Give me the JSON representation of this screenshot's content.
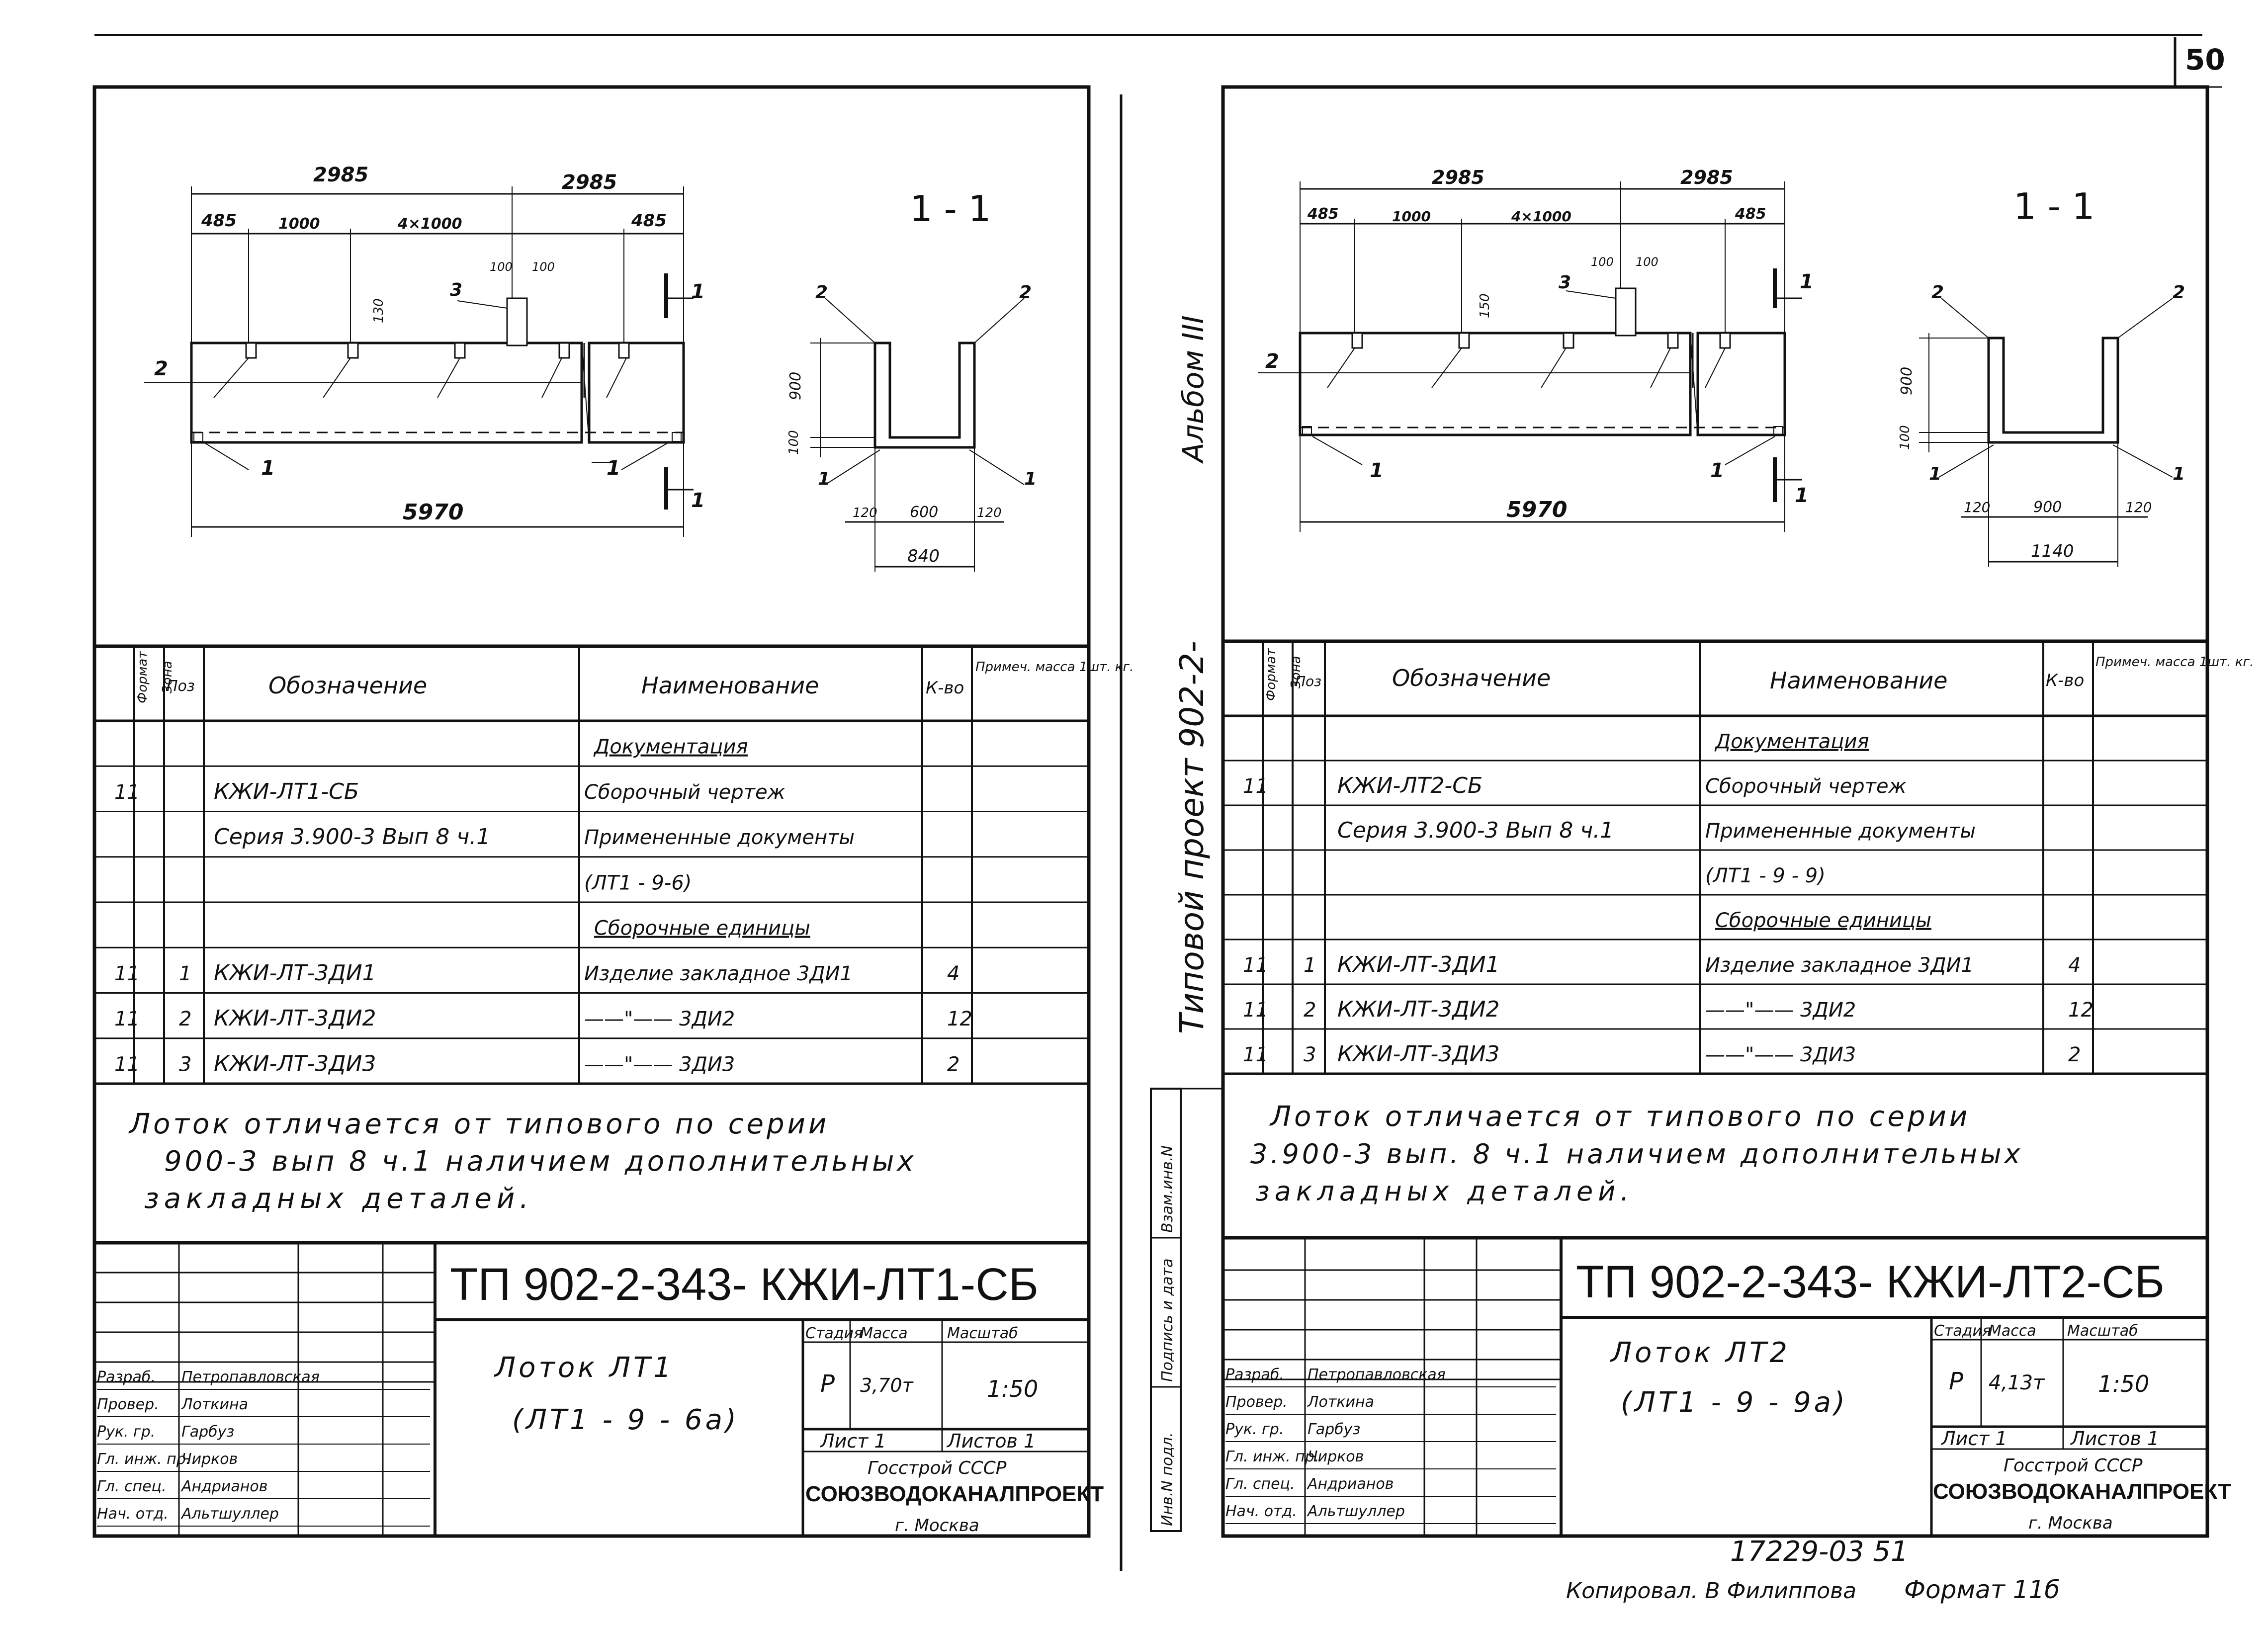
{
  "page_number": "50",
  "margin_vertical_title": "Типовой проект 902-2-",
  "margin_album": "Альбом III",
  "margin_stamp_labels": [
    "Инв.N подл.",
    "Подпись и дата",
    "Взам.инв.N"
  ],
  "spec_headers": {
    "format": "Формат",
    "zone": "Зона",
    "pos": "Поз",
    "designation": "Обозначение",
    "name": "Наименование",
    "qty": "К-во",
    "note": "Примеч. масса 1шт. кг."
  },
  "title_block_roles": [
    "Разраб.",
    "Провер.",
    "Рук. гр.",
    "Гл. инж. пр.",
    "Гл. спец.",
    "Нач. отд."
  ],
  "title_block_names": [
    "Петропавловская",
    "Лоткина",
    "Гарбуз",
    "Чирков",
    "Андрианов",
    "Альтшуллер"
  ],
  "title_block_headers": {
    "stage": "Стадия",
    "mass": "Масса",
    "scale": "Масштаб"
  },
  "organization": "Госстрой СССР",
  "institute": "СОЮЗВОДОКАНАЛПРОЕКТ",
  "city": "г. Москва",
  "sheet_label": "Лист 1",
  "sheets_label": "Листов 1",
  "sheets": [
    {
      "id": "left",
      "section_label": "1 - 1",
      "dim_top": [
        "2985",
        "2985"
      ],
      "dim_mid": [
        "485",
        "1000",
        "4×1000",
        "485"
      ],
      "dim_small": [
        "100",
        "100"
      ],
      "dim_vert": "130",
      "dim_total": "5970",
      "section_dims": [
        "900",
        "100"
      ],
      "section_bottom": [
        "120",
        "600",
        "120"
      ],
      "section_width": "840",
      "callouts": [
        "1",
        "2",
        "3"
      ],
      "rows": [
        {
          "format": "",
          "pos": "",
          "designation": "",
          "name": "Документация",
          "qty": ""
        },
        {
          "format": "11",
          "pos": "",
          "designation": "КЖИ-ЛТ1-СБ",
          "name": "Сборочный чертеж",
          "qty": ""
        },
        {
          "format": "",
          "pos": "",
          "designation": "Серия 3.900-3 Вып 8 ч.1",
          "name": "Примененные документы",
          "qty": ""
        },
        {
          "format": "",
          "pos": "",
          "designation": "",
          "name": "(ЛТ1 - 9-6)",
          "qty": ""
        },
        {
          "format": "",
          "pos": "",
          "designation": "",
          "name": "Сборочные единицы",
          "qty": ""
        },
        {
          "format": "11",
          "pos": "1",
          "designation": "КЖИ-ЛТ-3ДИ1",
          "name": "Изделие закладное 3ДИ1",
          "qty": "4"
        },
        {
          "format": "11",
          "pos": "2",
          "designation": "КЖИ-ЛТ-3ДИ2",
          "name": "——\"—— 3ДИ2",
          "qty": "12"
        },
        {
          "format": "11",
          "pos": "3",
          "designation": "КЖИ-ЛТ-3ДИ3",
          "name": "——\"—— 3ДИ3",
          "qty": "2"
        }
      ],
      "note_lines": [
        "Лоток отличается от типового по серии",
        "900-3 вып 8 ч.1 наличием дополнительных",
        "закладных деталей."
      ],
      "doc_code": "ТП 902-2-343- КЖИ-ЛТ1-СБ",
      "item_title": "Лоток ЛТ1",
      "item_subtitle": "(ЛТ1 - 9 - 6а)",
      "stage": "Р",
      "mass": "3,70т",
      "scale": "1:50"
    },
    {
      "id": "right",
      "section_label": "1 - 1",
      "dim_top": [
        "2985",
        "2985"
      ],
      "dim_mid": [
        "485",
        "1000",
        "4×1000",
        "485"
      ],
      "dim_small": [
        "100",
        "100"
      ],
      "dim_vert": "150",
      "dim_total": "5970",
      "section_dims": [
        "900",
        "100"
      ],
      "section_bottom": [
        "120",
        "900",
        "120"
      ],
      "section_width": "1140",
      "callouts": [
        "1",
        "2",
        "3"
      ],
      "rows": [
        {
          "format": "",
          "pos": "",
          "designation": "",
          "name": "Документация",
          "qty": ""
        },
        {
          "format": "11",
          "pos": "",
          "designation": "КЖИ-ЛТ2-СБ",
          "name": "Сборочный чертеж",
          "qty": ""
        },
        {
          "format": "",
          "pos": "",
          "designation": "Серия 3.900-3 Вып 8 ч.1",
          "name": "Примененные документы",
          "qty": ""
        },
        {
          "format": "",
          "pos": "",
          "designation": "",
          "name": "(ЛТ1 - 9 - 9)",
          "qty": ""
        },
        {
          "format": "",
          "pos": "",
          "designation": "",
          "name": "Сборочные единицы",
          "qty": ""
        },
        {
          "format": "11",
          "pos": "1",
          "designation": "КЖИ-ЛТ-3ДИ1",
          "name": "Изделие закладное 3ДИ1",
          "qty": "4"
        },
        {
          "format": "11",
          "pos": "2",
          "designation": "КЖИ-ЛТ-3ДИ2",
          "name": "——\"—— 3ДИ2",
          "qty": "12"
        },
        {
          "format": "11",
          "pos": "3",
          "designation": "КЖИ-ЛТ-3ДИ3",
          "name": "——\"—— 3ДИ3",
          "qty": "2"
        }
      ],
      "note_lines": [
        "Лоток отличается от типового по серии",
        "3.900-3 вып. 8 ч.1 наличием дополнительных",
        "закладных деталей."
      ],
      "doc_code": "ТП 902-2-343- КЖИ-ЛТ2-СБ",
      "item_title": "Лоток ЛТ2",
      "item_subtitle": "(ЛТ1 - 9 - 9а)",
      "stage": "Р",
      "mass": "4,13т",
      "scale": "1:50"
    }
  ],
  "footer_code": "17229-03 51",
  "footer_copied": "Копировал. В Филиппова",
  "footer_format": "Формат 11б"
}
